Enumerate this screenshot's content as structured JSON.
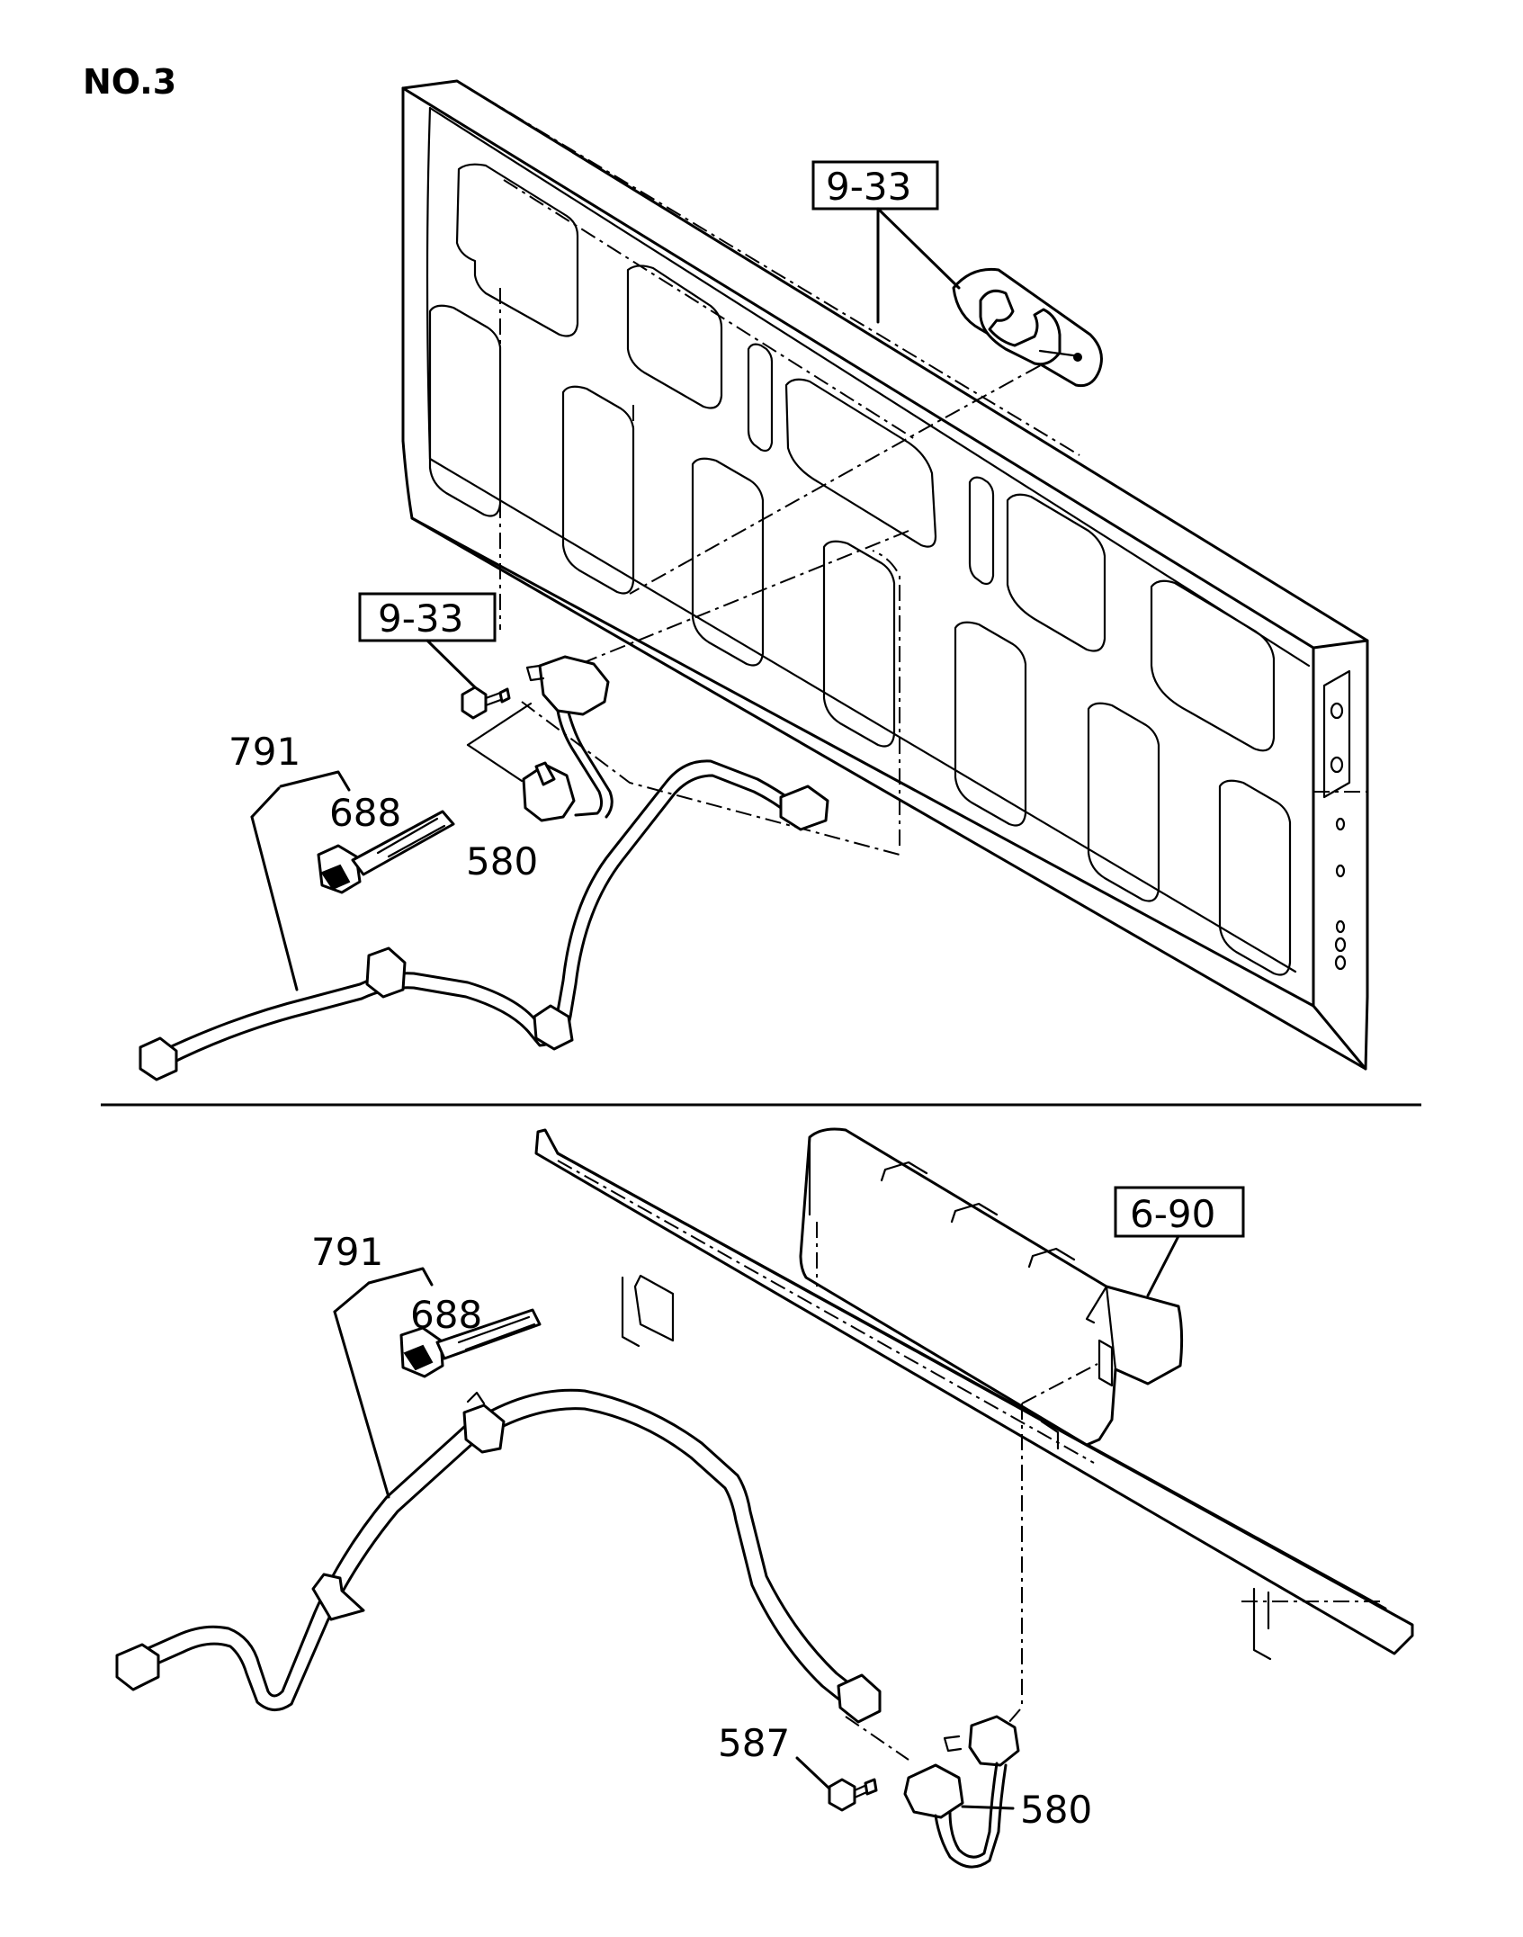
{
  "title": "NO.3",
  "top_view": {
    "ref_box_1": "9-33",
    "ref_box_2": "9-33",
    "labels": {
      "harness": "791",
      "clip": "688",
      "switch": "580"
    }
  },
  "bottom_view": {
    "ref_box": "6-90",
    "labels": {
      "harness": "791",
      "clip": "688",
      "screw": "587",
      "switch": "580"
    }
  }
}
